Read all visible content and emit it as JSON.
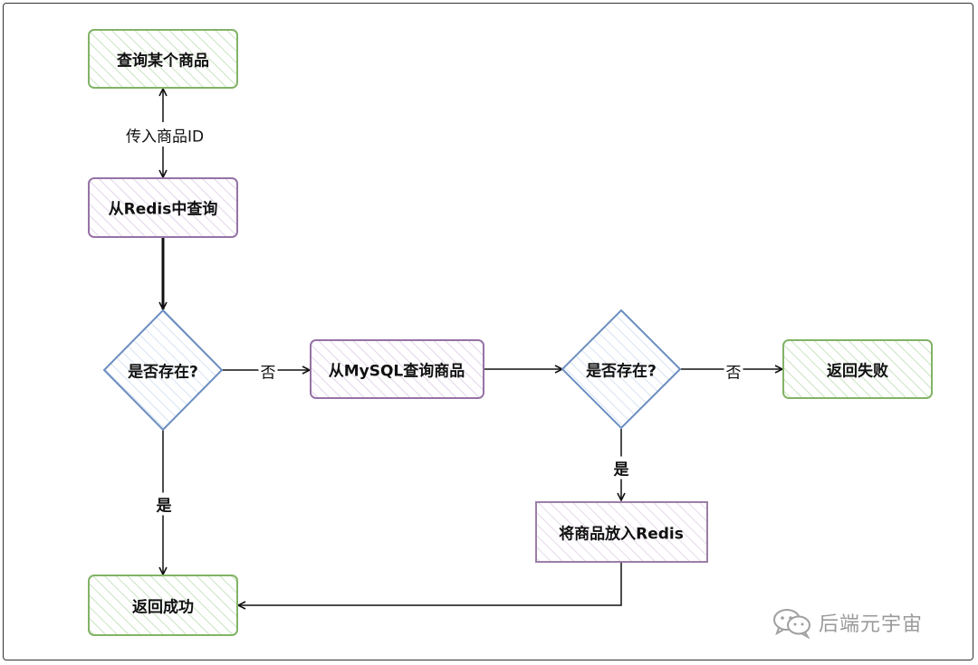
{
  "colors": {
    "green_border": "#82b366",
    "green_fill": "#d5e8d4",
    "purple_border": "#9673a6",
    "purple_fill": "#e1d5e7",
    "blue_border": "#6c8ebf",
    "blue_fill": "#dae8fc",
    "gray_border": "#666666",
    "gray_fill": "#e6e6e6",
    "arrow": "#111111"
  },
  "nodes": {
    "query_product": "查询某个商品",
    "query_redis": "从Redis中查询",
    "exists_1": "是否存在?",
    "query_mysql": "从MySQL查询商品",
    "exists_2": "是否存在?",
    "return_fail": "返回失败",
    "put_redis": "将商品放入Redis",
    "return_success": "返回成功"
  },
  "edges": {
    "pass_id": "传入商品ID",
    "no_1": "否",
    "no_2": "否",
    "yes_1": "是",
    "yes_2": "是"
  },
  "watermark": {
    "text": "后端元宇宙",
    "icon": "wechat-icon"
  }
}
